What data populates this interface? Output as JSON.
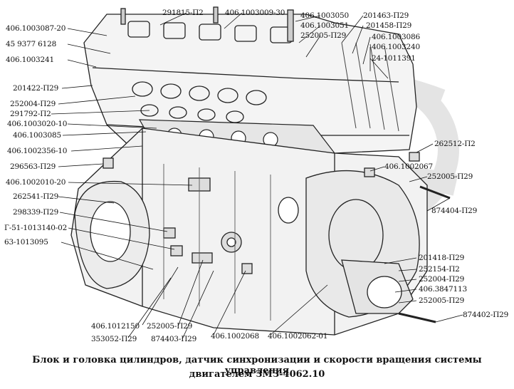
{
  "caption": {
    "line1": "Блок и головка цилиндров, датчик синхронизации и скорости вращения системы управления",
    "line2": "двигателем ЗМЗ-4062.10"
  },
  "parts": {
    "p01": "406.1003087-20",
    "p02": "45 9377 6128",
    "p03": "406.1003241",
    "p04": "291815-П2",
    "p05": "406.1003009-30",
    "p06": "406.1003050",
    "p07": "406.1003051",
    "p08": "252005-П29",
    "p09": "201463-П29",
    "p10": "201458-П29",
    "p11": "406.1003086",
    "p12": "406.1003240",
    "p13": "24-1011391",
    "p14": "201422-П29",
    "p15": "252004-П29",
    "p16": "291792-П2",
    "p17": "406.1003020-10",
    "p18": "406.1003085",
    "p19": "406.1002356-10",
    "p20": "262512-П2",
    "p21": "296563-П29",
    "p22": "406.1002067",
    "p23": "252005-П29",
    "p24": "406.1002010-20",
    "p25": "262541-П29",
    "p26": "874404-П29",
    "p27": "298339-П29",
    "p28": "Г-51-1013140-02",
    "p29": "63-1013095",
    "p30": "201418-П29",
    "p31": "252154-П2",
    "p32": "252004-П29",
    "p33": "406.3847113",
    "p34": "252005-П29",
    "p35": "874402-П29",
    "p36": "406.1012150",
    "p37": "252005-П29",
    "p38": "353052-П29",
    "p39": "874403-П29",
    "p40": "406.1002068",
    "p41": "406.1002062-01"
  }
}
